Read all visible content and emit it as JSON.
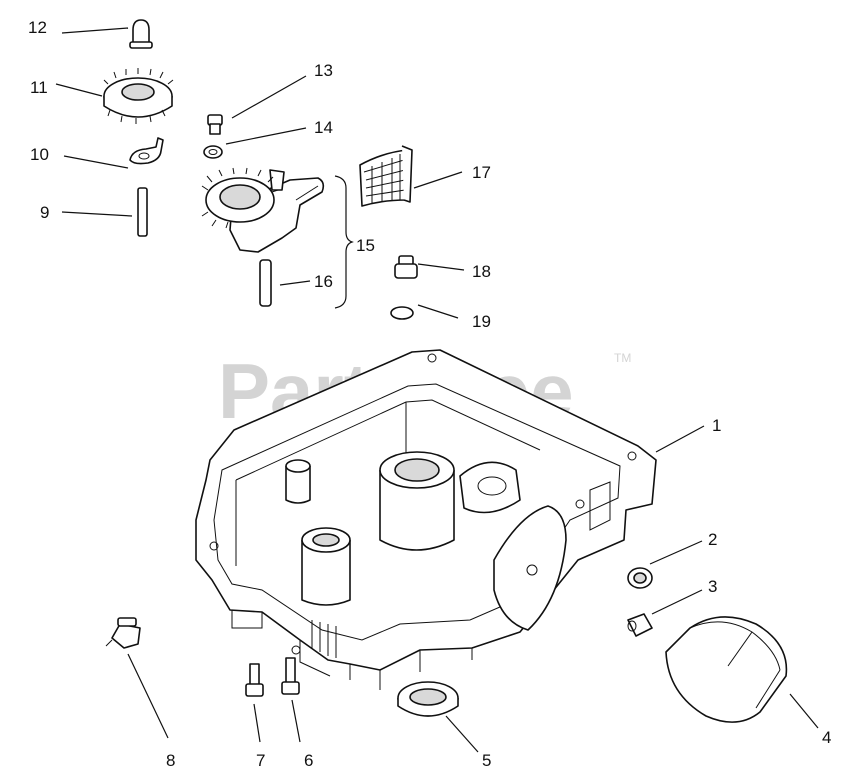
{
  "watermark": {
    "text": "PartsTree",
    "trademark": "TM"
  },
  "callouts": {
    "c1": "1",
    "c2": "2",
    "c3": "3",
    "c4": "4",
    "c5": "5",
    "c6": "6",
    "c7": "7",
    "c8": "8",
    "c9": "9",
    "c10": "10",
    "c11": "11",
    "c12": "12",
    "c13": "13",
    "c14": "14",
    "c15": "15",
    "c16": "16",
    "c17": "17",
    "c18": "18",
    "c19": "19"
  }
}
